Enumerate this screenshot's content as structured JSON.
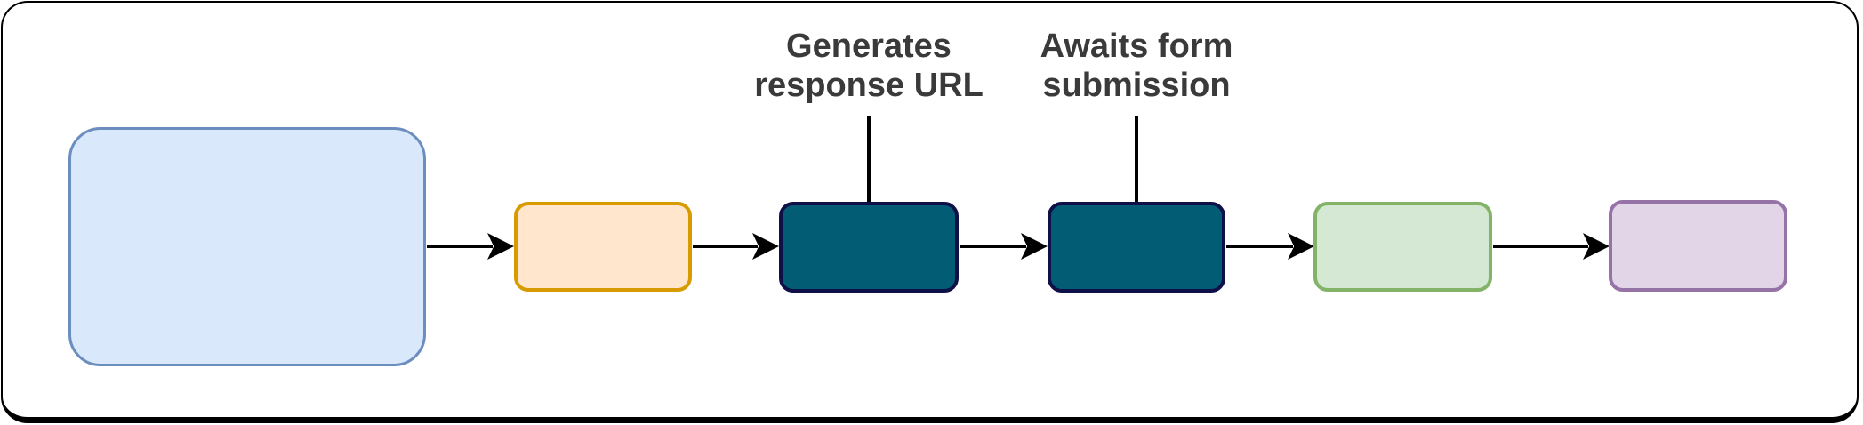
{
  "page": {
    "background": "#ffffff",
    "card_border_color": "#000000"
  },
  "annotations": [
    {
      "text": "Generates\nresponse URL",
      "color": "#3a3a3a"
    },
    {
      "text": "Awaits form\nsubmission",
      "color": "#3a3a3a"
    }
  ],
  "nodes": [
    {
      "label": "",
      "fill": "#dae8fc",
      "stroke": "#6c8ebf"
    },
    {
      "label": "",
      "fill": "#ffe6cc",
      "stroke": "#d79b00"
    },
    {
      "label": "",
      "fill": "#025d74",
      "stroke": "#101049"
    },
    {
      "label": "",
      "fill": "#025d74",
      "stroke": "#101049"
    },
    {
      "label": "",
      "fill": "#d5e8d4",
      "stroke": "#82b366"
    },
    {
      "label": "",
      "fill": "#e1d5e7",
      "stroke": "#9673a6"
    }
  ],
  "arrows": {
    "color": "#000000",
    "count": 4,
    "connector_color": "#000000"
  }
}
